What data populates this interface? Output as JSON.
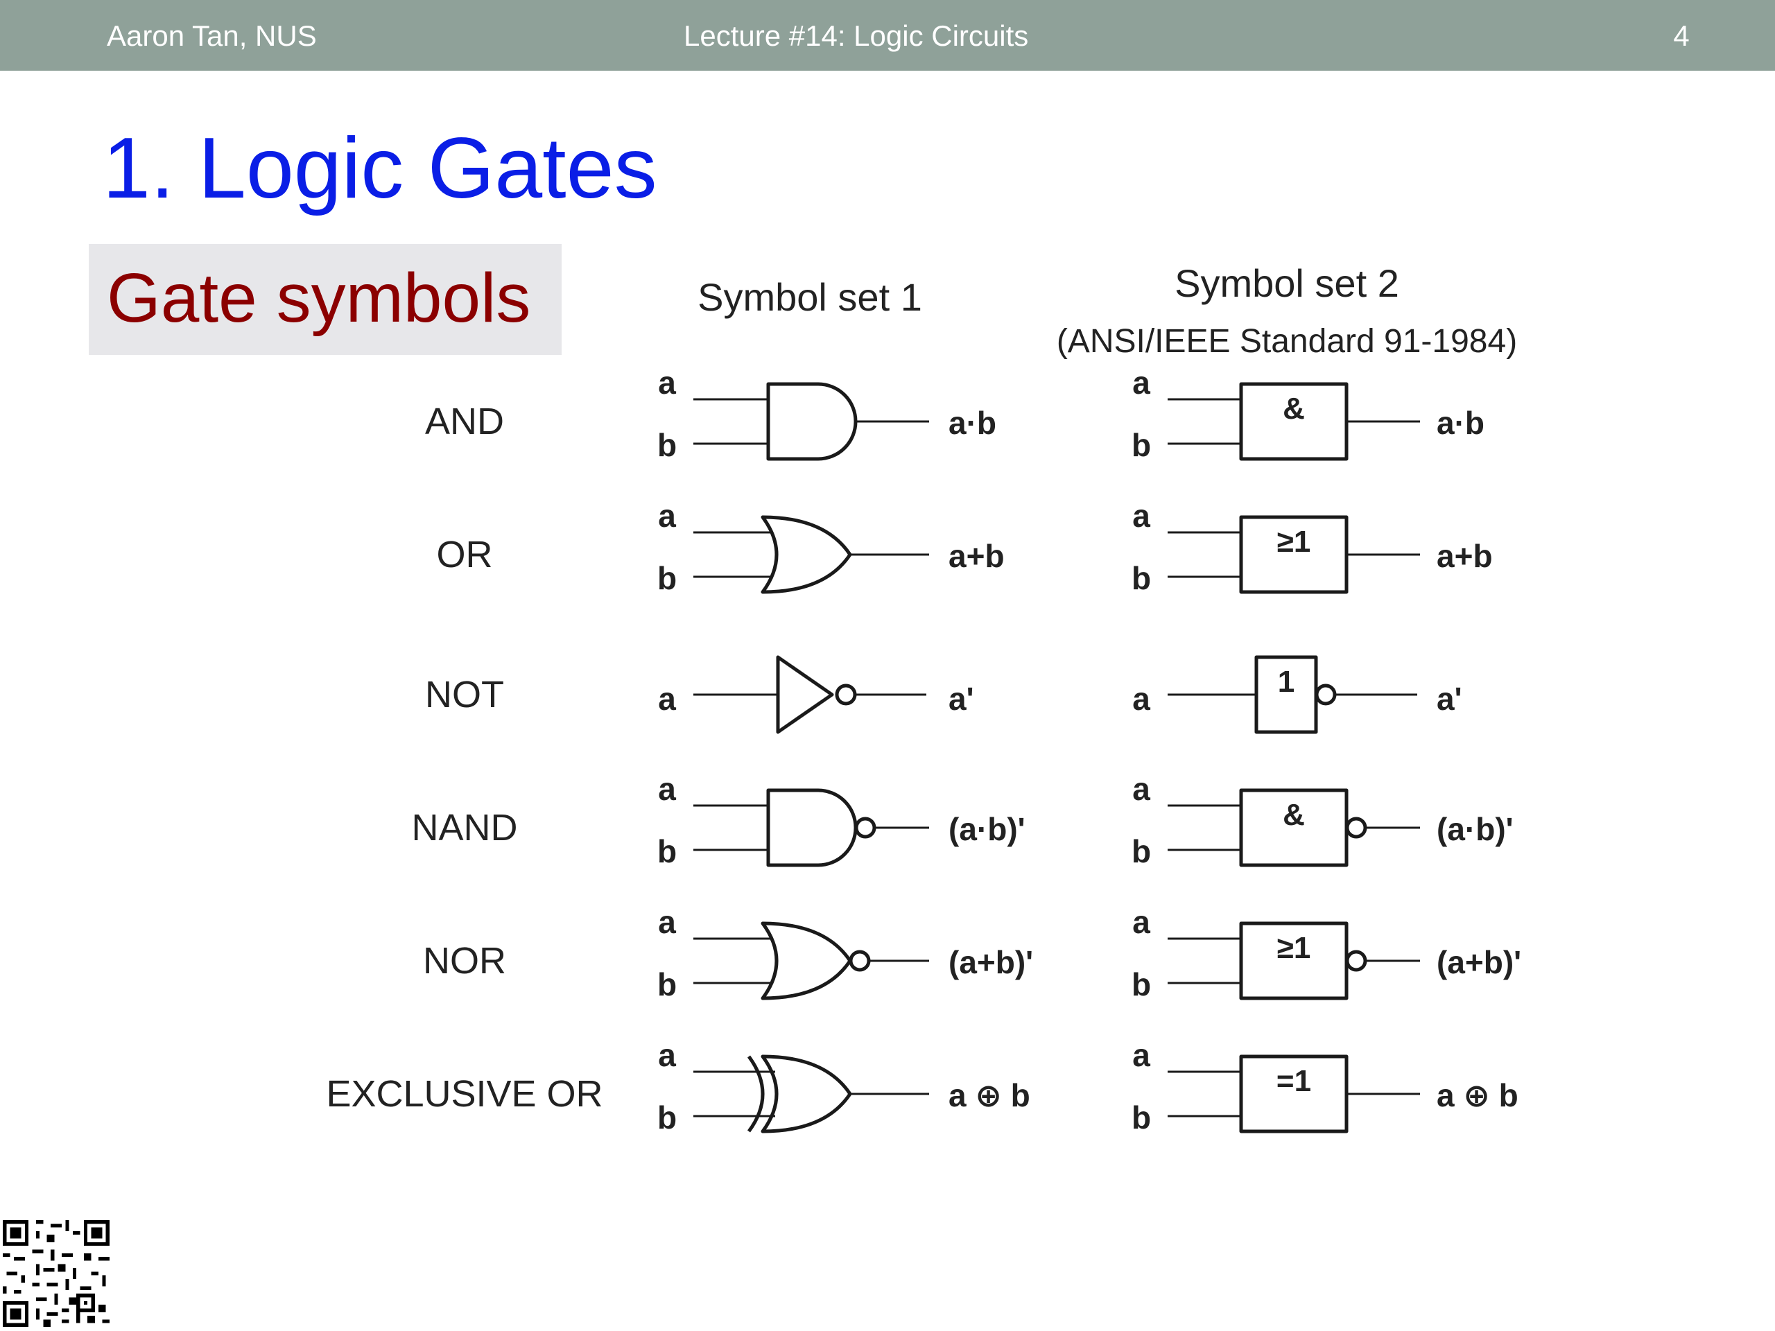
{
  "header": {
    "author": "Aaron Tan, NUS",
    "lecture": "Lecture #14: Logic Circuits",
    "page_number": "4"
  },
  "title": "1. Logic Gates",
  "subtitle": "Gate symbols",
  "columns": {
    "set1": "Symbol set 1",
    "set2_title": "Symbol set 2",
    "set2_standard": "(ANSI/IEEE Standard 91-1984)"
  },
  "input_labels": {
    "a": "a",
    "b": "b"
  },
  "gates": [
    {
      "name": "AND",
      "output": "a·b",
      "ieee_symbol": "&"
    },
    {
      "name": "OR",
      "output": "a+b",
      "ieee_symbol": "≥1"
    },
    {
      "name": "NOT",
      "output": "a'",
      "ieee_symbol": "1"
    },
    {
      "name": "NAND",
      "output": "(a·b)'",
      "ieee_symbol": "&"
    },
    {
      "name": "NOR",
      "output": "(a+b)'",
      "ieee_symbol": "≥1"
    },
    {
      "name": "EXCLUSIVE OR",
      "output": "a ⊕ b",
      "ieee_symbol": "=1"
    }
  ]
}
